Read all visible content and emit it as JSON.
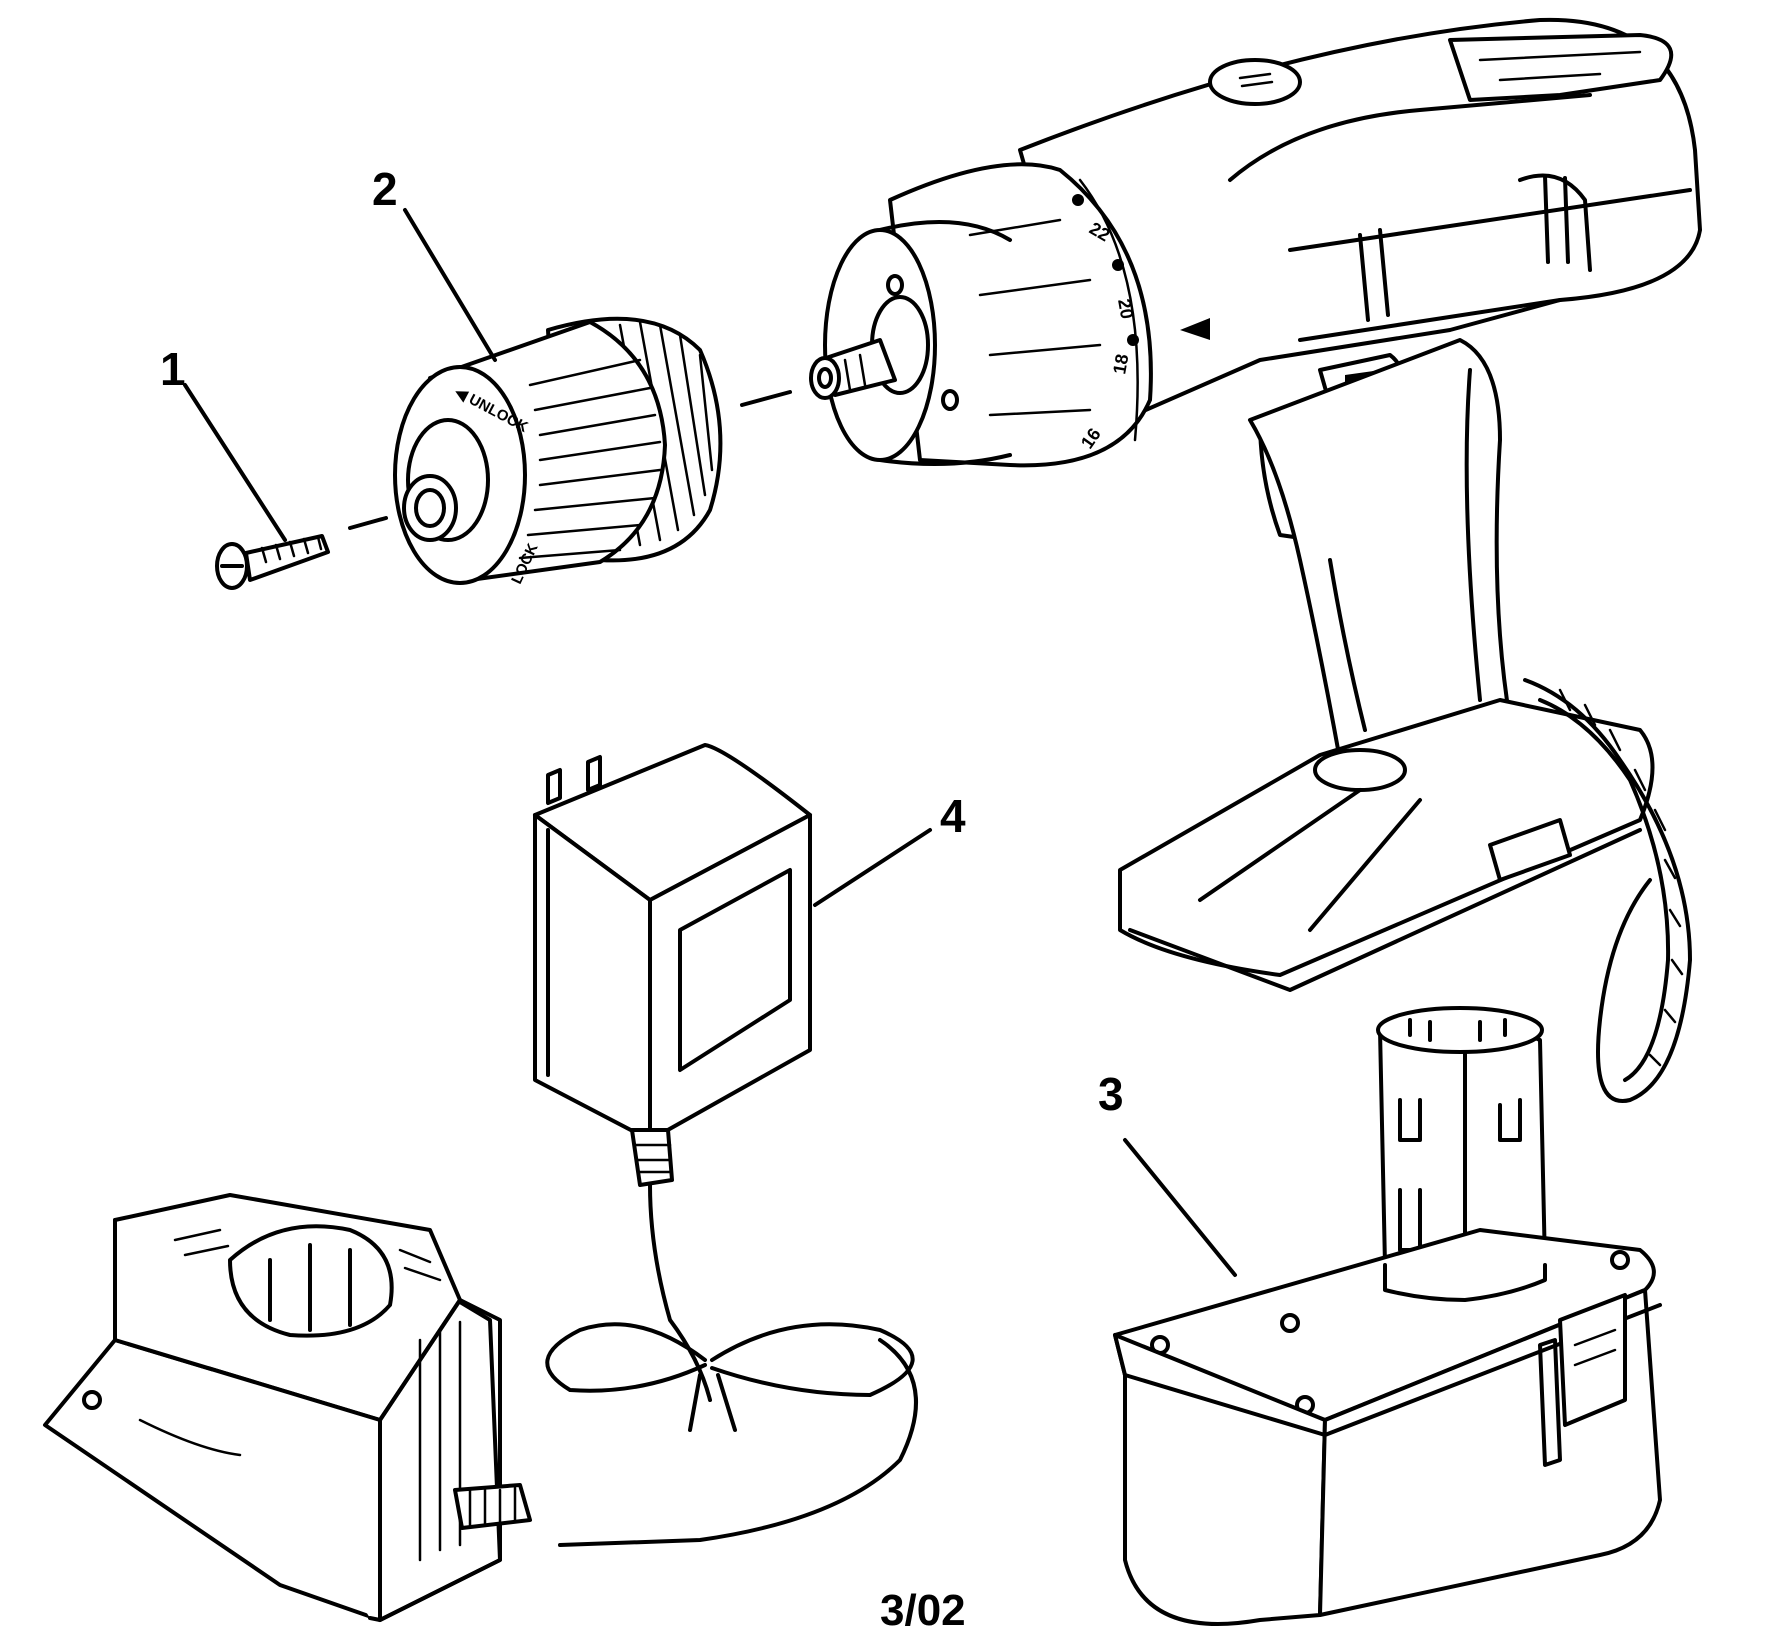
{
  "callouts": [
    {
      "id": "1",
      "label": "1"
    },
    {
      "id": "2",
      "label": "2"
    },
    {
      "id": "3",
      "label": "3"
    },
    {
      "id": "4",
      "label": "4"
    }
  ],
  "chuck": {
    "unlock_label": "◀ UNLOCK",
    "lock_label": "LOCK"
  },
  "clutch_dial": {
    "settings": [
      "22",
      "20",
      "18",
      "16"
    ]
  },
  "date_code": "3/02"
}
